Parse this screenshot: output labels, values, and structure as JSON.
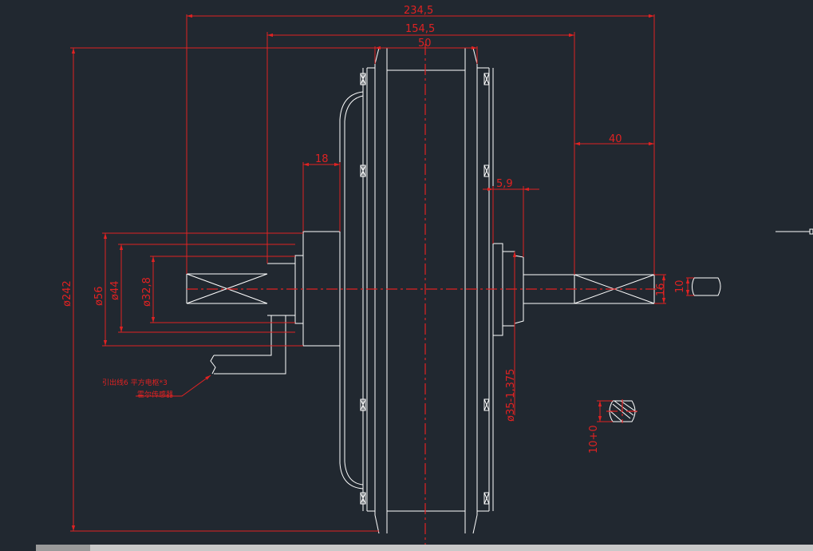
{
  "dimensions": {
    "overall_length": "234,5",
    "hub_width": "154,5",
    "center_width": "50",
    "shaft_right_length": "40",
    "flange_offset": "18",
    "bearing_width": "5,9",
    "diameter_242": "ø242",
    "diameter_56": "ø56",
    "diameter_44": "ø44",
    "diameter_32_8": "ø32,8",
    "diameter_35": "ø35-1,375",
    "flat_10": "10",
    "flat_16": "16",
    "section_flat": "10+0"
  },
  "notes": {
    "cable_note_1": "引出线6 平方电枢*3",
    "cable_note_2": "霍尔传感器"
  },
  "colors": {
    "background": "#212830",
    "dimension": "#e02222",
    "geometry": "#ffffff"
  }
}
